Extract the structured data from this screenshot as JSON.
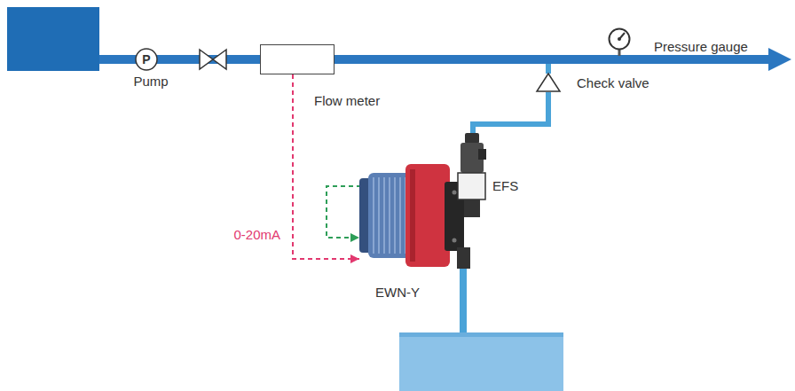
{
  "diagram": {
    "nodes": [
      {
        "text": [
          "P",
          "Pump"
        ]
      },
      {
        "text": [
          "Flow meter"
        ]
      },
      {
        "text": [
          "Pressure gauge"
        ]
      },
      {
        "text": [
          "Check valve"
        ]
      },
      {
        "text": [
          "EFS"
        ]
      },
      {
        "text": [
          "EWN-Y"
        ]
      }
    ],
    "edges": [
      {
        "from": 0,
        "to": 1,
        "arrow": "none"
      },
      {
        "from": 1,
        "to": 5,
        "label": "0-20mA",
        "arrow": "to"
      },
      {
        "from": 4,
        "to": 5,
        "arrow": "to"
      },
      {
        "from": 4,
        "to": 3,
        "arrow": "none"
      }
    ]
  }
}
